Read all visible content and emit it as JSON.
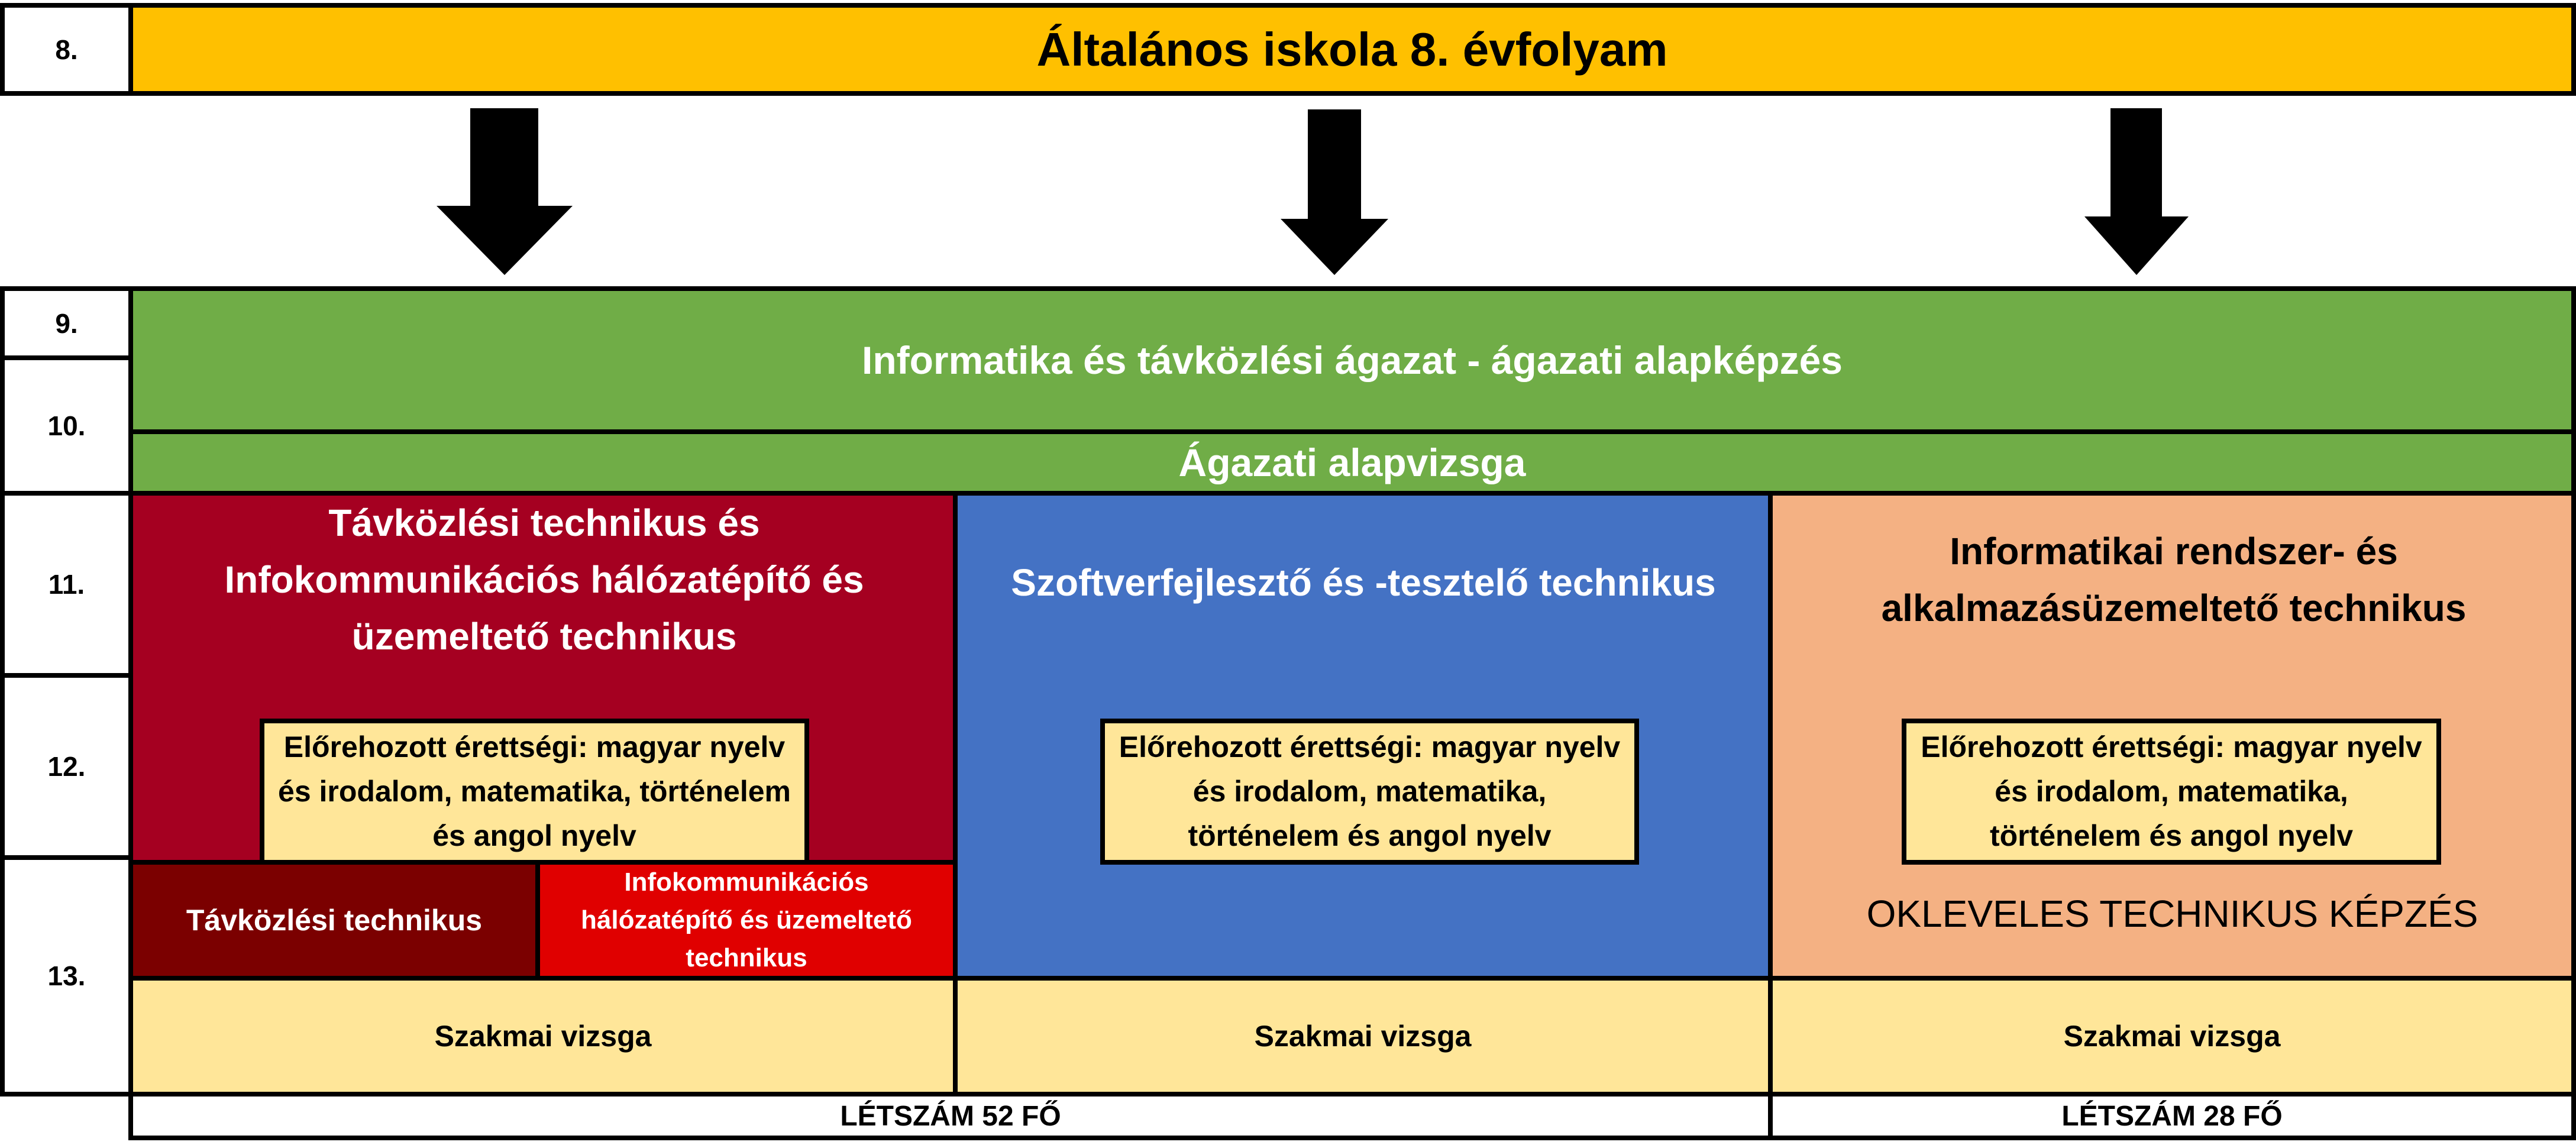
{
  "years": {
    "y8": "8.",
    "y9": "9.",
    "y10": "10.",
    "y11": "11.",
    "y12": "12.",
    "y13": "13."
  },
  "top_banner": "Általános iskola 8. évfolyam",
  "sector_training": "Informatika és távközlési ágazat - ágazati alapképzés",
  "sector_exam": "Ágazati alapvizsga",
  "tracks": [
    {
      "title": "Távközlési technikus és Infokommunikációs hálózatépítő és üzemeltető technikus",
      "exam_note": "Előrehozott érettségi: magyar nyelv és irodalom, matematika, történelem és angol nyelv",
      "sub1": "Távközlési technikus",
      "sub2": "Infokommunikációs hálózatépítő és üzemeltető technikus",
      "final": "Szakmai vizsga"
    },
    {
      "title": "Szoftverfejlesztő és -tesztelő technikus",
      "exam_note": "Előrehozott érettségi: magyar nyelv és irodalom, matematika, történelem és angol nyelv",
      "final": "Szakmai vizsga"
    },
    {
      "title": "Informatikai rendszer- és alkalmazásüzemeltető technikus",
      "exam_note": "Előrehozott érettségi: magyar nyelv és irodalom, matematika, történelem és angol nyelv",
      "extra": "OKLEVELES TECHNIKUS KÉPZÉS",
      "final": "Szakmai vizsga"
    }
  ],
  "headcount": {
    "left": "LÉTSZÁM 52 FŐ",
    "right": "LÉTSZÁM 28 FŐ"
  },
  "colors": {
    "banner": "#ffc000",
    "green": "#70ad47",
    "red": "#a50021",
    "blue": "#4472c4",
    "salmon": "#f4b183",
    "dark_red": "#7b0000",
    "bright_red": "#e00000",
    "exam_fill": "#ffe699"
  }
}
